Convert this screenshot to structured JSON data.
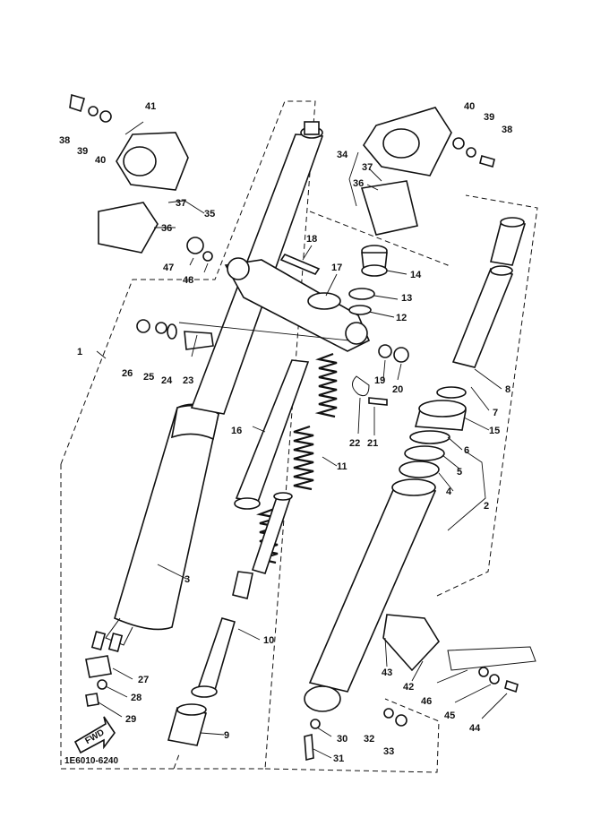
{
  "diagram": {
    "part_number": "1E6010-6240",
    "fwd_label": "FWD",
    "callouts": [
      {
        "id": "c1",
        "text": "1"
      },
      {
        "id": "c2",
        "text": "2"
      },
      {
        "id": "c3",
        "text": "3"
      },
      {
        "id": "c4",
        "text": "4"
      },
      {
        "id": "c5",
        "text": "5"
      },
      {
        "id": "c6",
        "text": "6"
      },
      {
        "id": "c7",
        "text": "7"
      },
      {
        "id": "c8",
        "text": "8"
      },
      {
        "id": "c9",
        "text": "9"
      },
      {
        "id": "c10",
        "text": "10"
      },
      {
        "id": "c11",
        "text": "11"
      },
      {
        "id": "c12",
        "text": "12"
      },
      {
        "id": "c13",
        "text": "13"
      },
      {
        "id": "c14",
        "text": "14"
      },
      {
        "id": "c15",
        "text": "15"
      },
      {
        "id": "c16",
        "text": "16"
      },
      {
        "id": "c17",
        "text": "17"
      },
      {
        "id": "c18",
        "text": "18"
      },
      {
        "id": "c19",
        "text": "19"
      },
      {
        "id": "c20",
        "text": "20"
      },
      {
        "id": "c21",
        "text": "21"
      },
      {
        "id": "c22",
        "text": "22"
      },
      {
        "id": "c23",
        "text": "23"
      },
      {
        "id": "c24",
        "text": "24"
      },
      {
        "id": "c25",
        "text": "25"
      },
      {
        "id": "c26",
        "text": "26"
      },
      {
        "id": "c27",
        "text": "27"
      },
      {
        "id": "c28",
        "text": "28"
      },
      {
        "id": "c29",
        "text": "29"
      },
      {
        "id": "c30",
        "text": "30"
      },
      {
        "id": "c31",
        "text": "31"
      },
      {
        "id": "c32",
        "text": "32"
      },
      {
        "id": "c33",
        "text": "33"
      },
      {
        "id": "c34",
        "text": "34"
      },
      {
        "id": "c35",
        "text": "35"
      },
      {
        "id": "c36a",
        "text": "36"
      },
      {
        "id": "c36b",
        "text": "36"
      },
      {
        "id": "c37a",
        "text": "37"
      },
      {
        "id": "c37b",
        "text": "37"
      },
      {
        "id": "c38a",
        "text": "38"
      },
      {
        "id": "c38b",
        "text": "38"
      },
      {
        "id": "c39a",
        "text": "39"
      },
      {
        "id": "c39b",
        "text": "39"
      },
      {
        "id": "c40a",
        "text": "40"
      },
      {
        "id": "c40b",
        "text": "40"
      },
      {
        "id": "c41",
        "text": "41"
      },
      {
        "id": "c42",
        "text": "42"
      },
      {
        "id": "c43",
        "text": "43"
      },
      {
        "id": "c44",
        "text": "44"
      },
      {
        "id": "c45",
        "text": "45"
      },
      {
        "id": "c46",
        "text": "46"
      },
      {
        "id": "c47",
        "text": "47"
      },
      {
        "id": "c48",
        "text": "48"
      }
    ]
  }
}
